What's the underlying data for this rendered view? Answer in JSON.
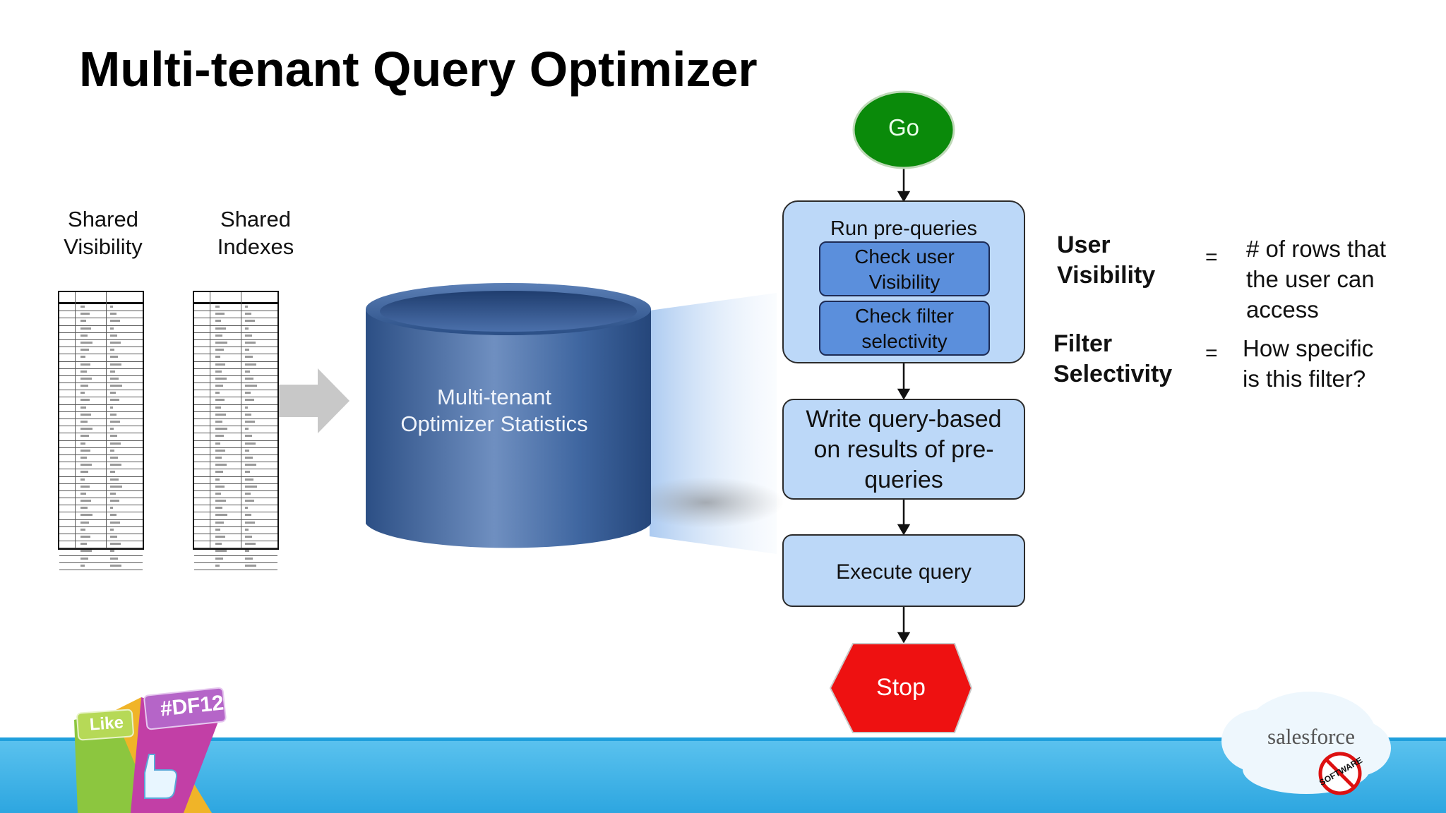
{
  "title": "Multi-tenant Query Optimizer",
  "tables": [
    {
      "label_line1": "Shared",
      "label_line2": "Visibility"
    },
    {
      "label_line1": "Shared",
      "label_line2": "Indexes"
    }
  ],
  "cylinder": {
    "line1": "Multi-tenant",
    "line2": "Optimizer Statistics"
  },
  "flow": {
    "start": "Go",
    "prequeries": {
      "title": "Run pre-queries",
      "check_user_line1": "Check user",
      "check_user_line2": "Visibility",
      "check_filter_line1": "Check filter",
      "check_filter_line2": "selectivity"
    },
    "write_line1": "Write query-based",
    "write_line2": "on results of pre-",
    "write_line3": "queries",
    "execute": "Execute query",
    "stop": "Stop"
  },
  "definitions": [
    {
      "term_line1": "User",
      "term_line2": "Visibility",
      "eq": "=",
      "def_line1": "# of rows that",
      "def_line2": "the user can",
      "def_line3": "access"
    },
    {
      "term_line1": "Filter",
      "term_line2": "Selectivity",
      "eq": "=",
      "def_line1": "How specific",
      "def_line2": "is this filter?"
    }
  ],
  "footer": {
    "badge_hashtag": "#DF12",
    "badge_like": "Like",
    "logo_text": "salesforce",
    "logo_stamp": "SOFTWARE"
  },
  "colors": {
    "go_green": "#0a8a0a",
    "stop_red": "#ee1111",
    "box_fill": "#bcd8f8",
    "inner_fill": "#5b8fdc",
    "cylinder_blue": "#3b6097",
    "footer_blue": "#3fb3e8"
  }
}
